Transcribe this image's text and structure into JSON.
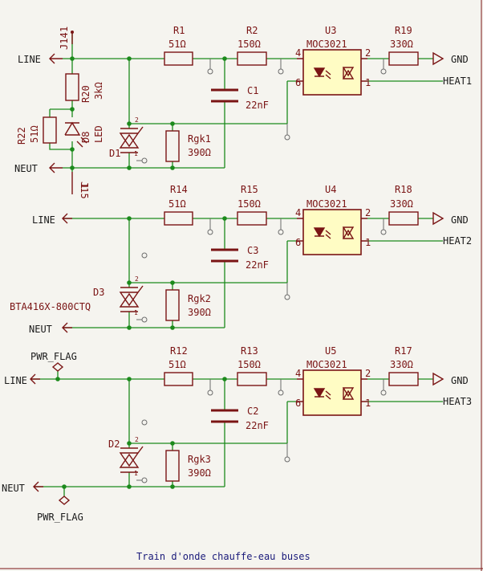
{
  "title_block": {
    "title": "Train d'onde chauffe-eau buses"
  },
  "nets": {
    "line": "LINE",
    "neut": "NEUT",
    "gnd": "GND",
    "pwr_flag": "PWR_FLAG",
    "heat1": "HEAT1",
    "heat2": "HEAT2",
    "heat3": "HEAT3"
  },
  "connectors": {
    "j14": "J14",
    "j15": "J15",
    "pin1": "1"
  },
  "components": {
    "r1": {
      "ref": "R1",
      "value": "51Ω"
    },
    "r2": {
      "ref": "R2",
      "value": "150Ω"
    },
    "r19": {
      "ref": "R19",
      "value": "330Ω"
    },
    "u3": {
      "ref": "U3",
      "value": "MOC3021"
    },
    "c1": {
      "ref": "C1",
      "value": "22nF"
    },
    "rgk1": {
      "ref": "Rgk1",
      "value": "390Ω"
    },
    "d1": {
      "ref": "D1"
    },
    "r20": {
      "ref": "R20",
      "value": "3kΩ"
    },
    "r22": {
      "ref": "R22",
      "value": "51Ω"
    },
    "d8": {
      "ref": "D8",
      "value": "LED"
    },
    "r14": {
      "ref": "R14",
      "value": "51Ω"
    },
    "r15": {
      "ref": "R15",
      "value": "150Ω"
    },
    "r18": {
      "ref": "R18",
      "value": "330Ω"
    },
    "u4": {
      "ref": "U4",
      "value": "MOC3021"
    },
    "c3": {
      "ref": "C3",
      "value": "22nF"
    },
    "rgk2": {
      "ref": "Rgk2",
      "value": "390Ω"
    },
    "d3": {
      "ref": "D3",
      "value": "BTA416X-800CTQ"
    },
    "r12": {
      "ref": "R12",
      "value": "51Ω"
    },
    "r13": {
      "ref": "R13",
      "value": "150Ω"
    },
    "r17": {
      "ref": "R17",
      "value": "330Ω"
    },
    "u5": {
      "ref": "U5",
      "value": "MOC3021"
    },
    "c2": {
      "ref": "C2",
      "value": "22nF"
    },
    "rgk3": {
      "ref": "Rgk3",
      "value": "390Ω"
    },
    "d2": {
      "ref": "D2"
    }
  },
  "pins": {
    "p1": "1",
    "p2": "2",
    "p4": "4",
    "p6": "6"
  }
}
